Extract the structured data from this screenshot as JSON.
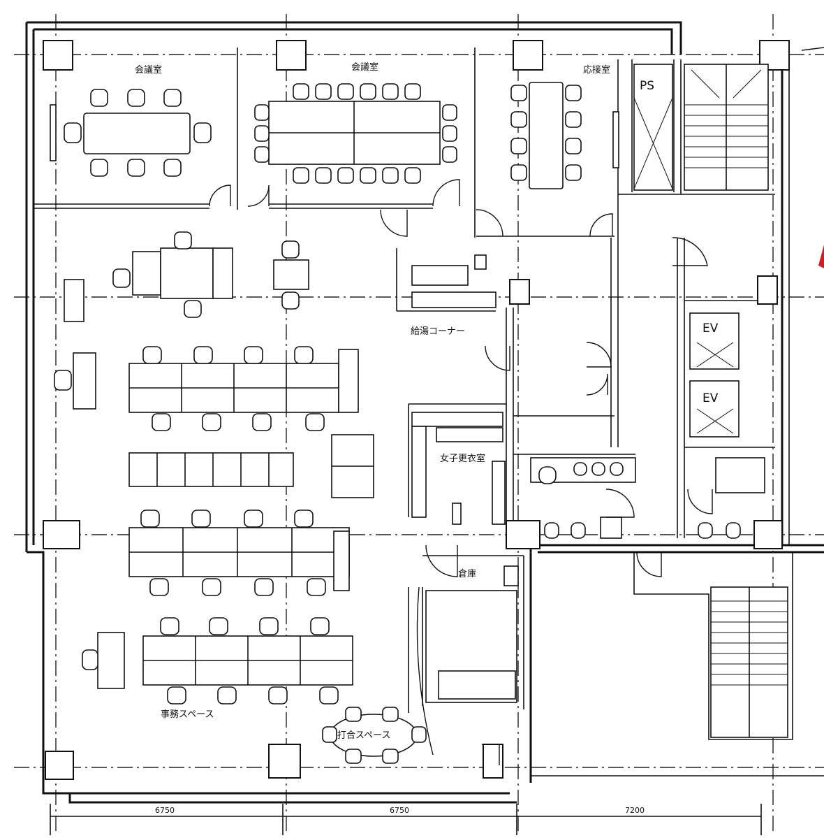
{
  "rooms": {
    "meeting_room_1": "会議室",
    "meeting_room_2": "会議室",
    "reception_room": "応接室",
    "ps": "PS",
    "kyutou_corner": "給湯コーナー",
    "elevator_1": "EV",
    "elevator_2": "EV",
    "womens_restroom": "女子更衣室",
    "storage": "倉庫",
    "office_space": "事務スペース",
    "meeting_space": "打合スペース"
  },
  "dimensions": {
    "span_1": "6750",
    "span_2": "6750",
    "span_3": "7200"
  },
  "colors": {
    "line": "#111111",
    "accent": "#d81b1b"
  }
}
